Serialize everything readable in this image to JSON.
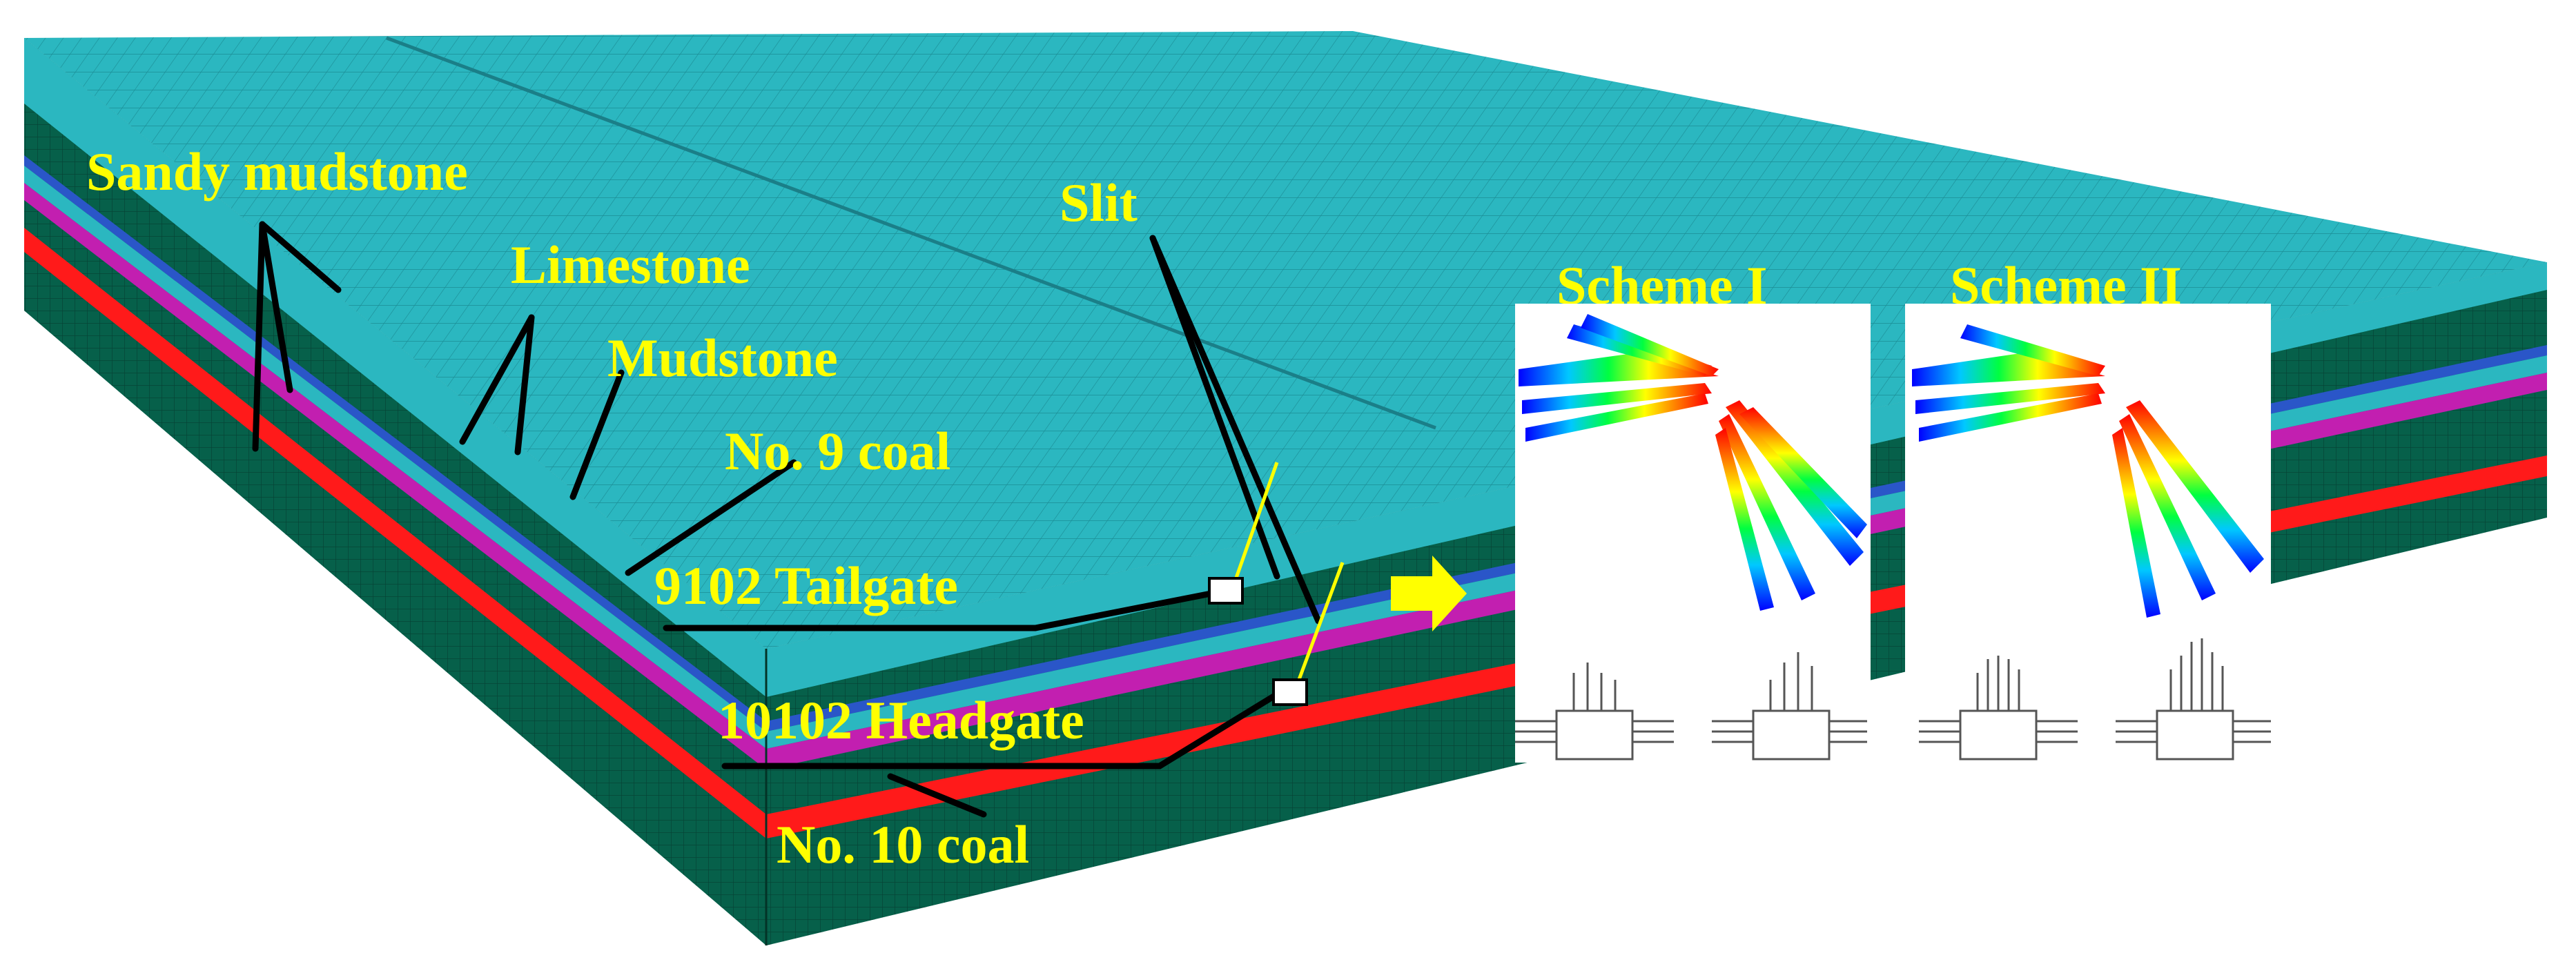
{
  "labels": {
    "sandy_mudstone": "Sandy mudstone",
    "limestone": "Limestone",
    "mudstone": "Mudstone",
    "no9_coal": "No. 9 coal",
    "tailgate_9102": "9102 Tailgate",
    "headgate_10102": "10102 Headgate",
    "no10_coal": "No. 10 coal",
    "slit": "Slit",
    "scheme_1": "Scheme I",
    "scheme_2": "Scheme II"
  },
  "colors": {
    "mesh_cyan": "#2bb7c0",
    "rock_green": "#06604a",
    "coal_red": "#ff1a1a",
    "magenta_layer": "#c21fb0",
    "limestone_blue": "#2a56c8",
    "label_yellow": "#ffff00",
    "leader_black": "#000000",
    "arrow_yellow": "#ffff00"
  },
  "icons": {
    "arrow": "yellow-right-arrow"
  }
}
